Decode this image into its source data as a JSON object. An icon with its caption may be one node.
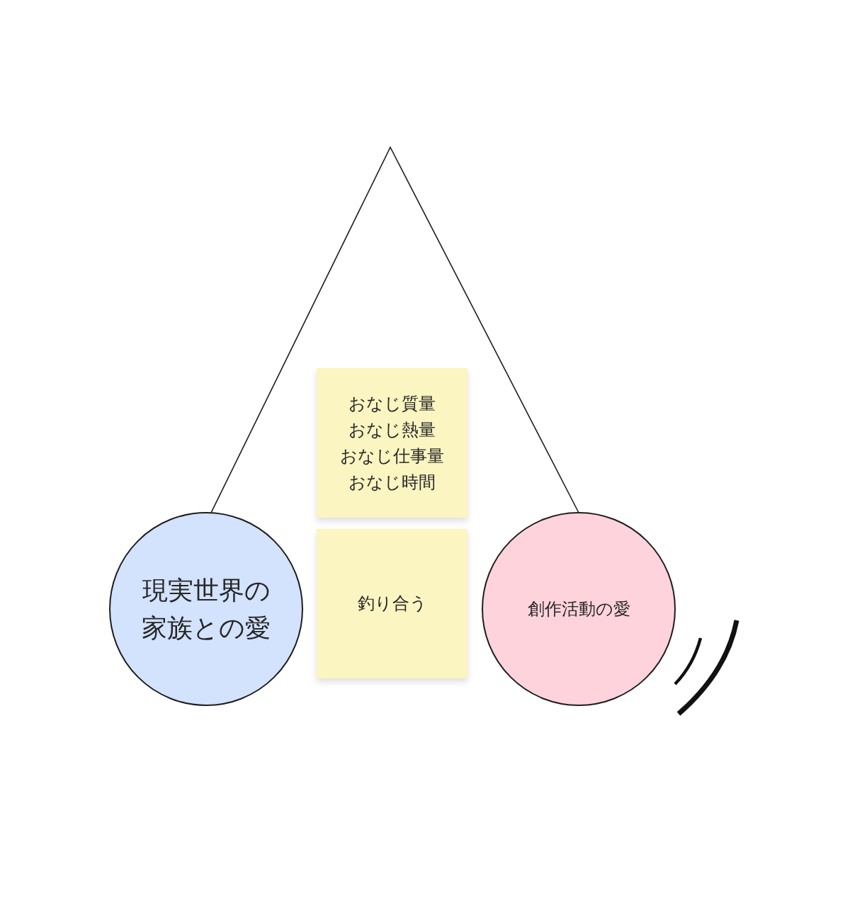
{
  "diagram": {
    "nodes": [
      {
        "text": [
          "おなじ質量",
          "おなじ熱量",
          "おなじ仕事量",
          "おなじ時間"
        ]
      },
      {
        "text": [
          "現実世界の家族との愛"
        ]
      },
      {
        "text": [
          "釣り合う"
        ]
      },
      {
        "text": [
          "創作活動の愛"
        ]
      }
    ],
    "edges": [
      {
        "from": 1,
        "to": 3,
        "arrow": "none"
      }
    ]
  }
}
